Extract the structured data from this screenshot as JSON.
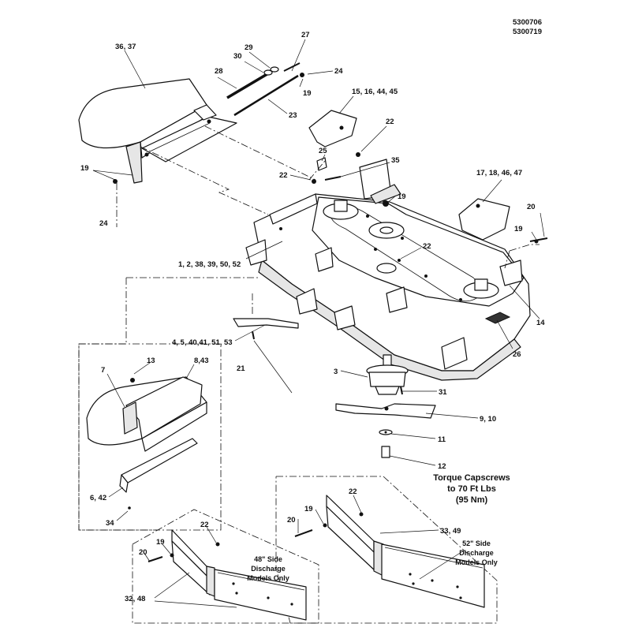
{
  "doc_ids": [
    "5300706",
    "5300719"
  ],
  "torque_note": [
    "Torque Capscrews",
    "to 70 Ft Lbs",
    "(95 Nm)"
  ],
  "note_48": [
    "48\" Side",
    "Discharge",
    "Models Only"
  ],
  "note_52": [
    "52\" Side",
    "Discharge",
    "Models Only"
  ],
  "callouts": {
    "c36_37": "36, 37",
    "c27": "27",
    "c29": "29",
    "c30": "30",
    "c28": "28",
    "c24_top": "24",
    "c19_top": "19",
    "c23": "23",
    "c15": "15, 16, 44, 45",
    "c22_top": "22",
    "c25": "25",
    "c35": "35",
    "c22_mid": "22",
    "c19_mid": "19",
    "c19_left": "19",
    "c24_left": "24",
    "c17": "17, 18, 46, 47",
    "c20_right": "20",
    "c19_right": "19",
    "c22_deck": "22",
    "c1": "1, 2, 38, 39, 50, 52",
    "c14": "14",
    "c26": "26",
    "c4": "4, 5, 40,41, 51, 53",
    "c21": "21",
    "c3": "3",
    "c31": "31",
    "c9": "9, 10",
    "c11": "11",
    "c12": "12",
    "c7": "7",
    "c13": "13",
    "c8": "8,43",
    "c6": "6, 42",
    "c34": "34",
    "c22_box52": "22",
    "c19_box52": "19",
    "c20_box52": "20",
    "c33": "33, 49",
    "c22_box48": "22",
    "c19_box48": "19",
    "c20_box48": "20",
    "c32": "32, 48"
  }
}
